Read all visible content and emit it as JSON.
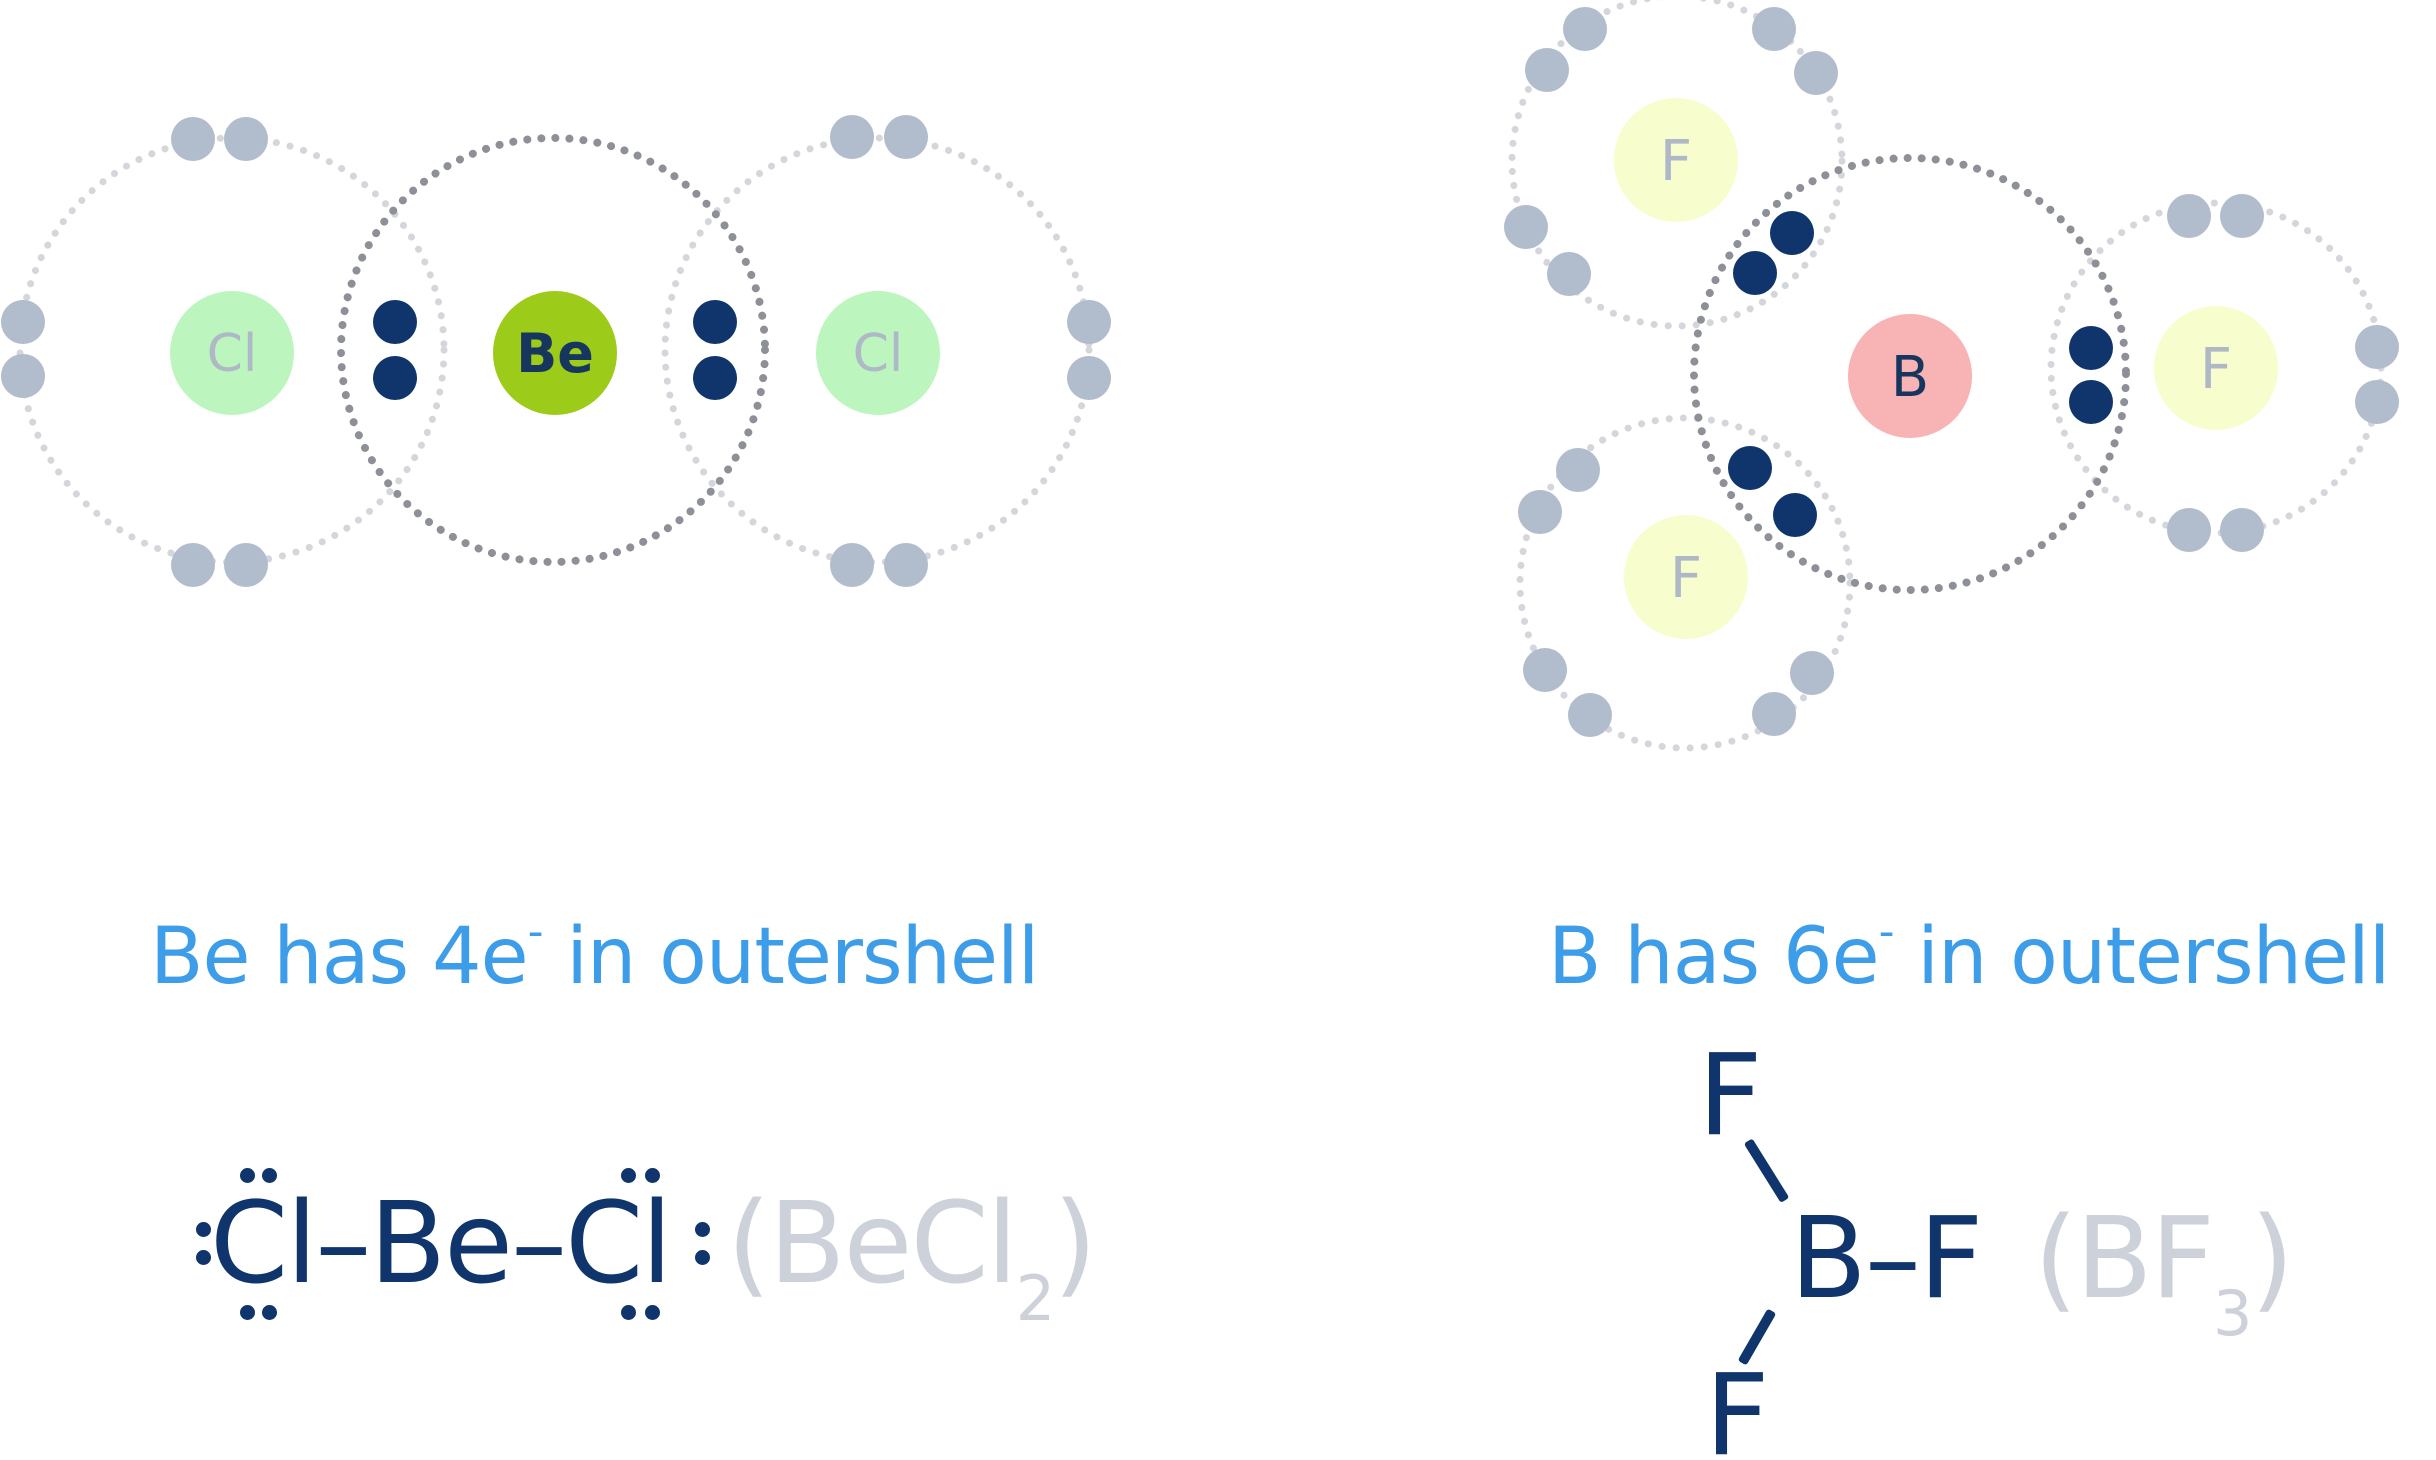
{
  "colors": {
    "orbit_outer": "#d4d6dc",
    "orbit_central": "#8e9097",
    "electron_outer": "#b1bccd",
    "electron_bond": "#10356c",
    "cl_fill": "#bdf5be",
    "be_fill": "#9ccb1a",
    "b_fill": "#f8b4b4",
    "f_fill": "#f7fdcd",
    "label_dim": "#aeb8c6",
    "label_dark": "#17365f",
    "caption": "#3d9de8",
    "formula_main": "#10356c",
    "formula_gray": "#ccd1da"
  },
  "icons": {
    "shared_electron": "filled-circle",
    "lone_electron": "filled-circle",
    "shell": "dotted-circle"
  },
  "becl2": {
    "atoms": {
      "left": "Cl",
      "center": "Be",
      "right": "Cl"
    },
    "caption_pre": "Be has 4e",
    "caption_sup": "-",
    "caption_post": " in outershell",
    "formula_left": "Cl",
    "formula_dash1": "–",
    "formula_center": "Be",
    "formula_dash2": "–",
    "formula_right": "Cl",
    "formula_open": "(BeCl",
    "formula_sub": "2",
    "formula_close": ")"
  },
  "bf3": {
    "atoms": {
      "center": "B",
      "top": "F",
      "right": "F",
      "bottom": "F"
    },
    "caption_pre": "B has 6e",
    "caption_sup": "-",
    "caption_post": " in outershell",
    "formula_top": "F",
    "formula_center": "B",
    "formula_dash": "–",
    "formula_right": "F",
    "formula_bottom": "F",
    "formula_open": "(BF",
    "formula_sub": "3",
    "formula_close": ")"
  }
}
